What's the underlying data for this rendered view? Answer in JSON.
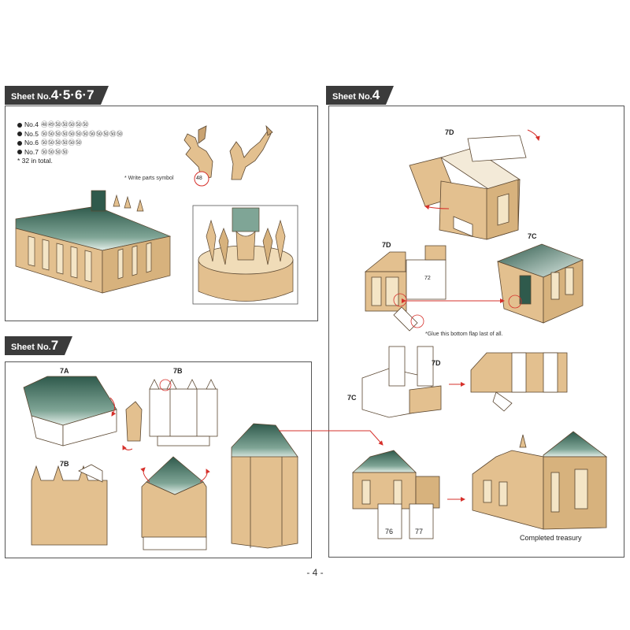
{
  "colors": {
    "paper_tan": "#e3c08f",
    "paper_dark": "#c9a372",
    "roof_green": "#2f5a4c",
    "roof_light": "#dfece6",
    "arrow_red": "#d6302b",
    "tab_bg": "#3b3b3b"
  },
  "tabs": {
    "sheets_4567": {
      "prefix": "Sheet No.",
      "numbers": "4·5·6·7"
    },
    "sheet_4": {
      "prefix": "Sheet No.",
      "number": "4"
    },
    "sheet_7": {
      "prefix": "Sheet No.",
      "number": "7"
    }
  },
  "legend": [
    {
      "label": "No.4",
      "parts": "㊽㊾㊿㊿㊿㊿㊿"
    },
    {
      "label": "No.5",
      "parts": "㊿㊿㊿㊿㊿㊿㊿㊿㊿㊿㊿㊿"
    },
    {
      "label": "No.6",
      "parts": "㊿㊿㊿㊿㊿㊿"
    },
    {
      "label": "No.7",
      "parts": "㊿㊿㊿㊿"
    }
  ],
  "legend_total": "* 32 in total.",
  "notes": {
    "write_parts": "* Write parts symbol",
    "glue_flap": "*Glue this bottom flap last of all."
  },
  "part_labels": {
    "p7D_top": "7D",
    "p7D_mid": "7D",
    "p7C": "7C",
    "p7D_low": "7D",
    "p7C_low": "7C",
    "p7A": "7A",
    "p7B_top": "7B",
    "p7B_low": "7B",
    "tab76": "76",
    "tab77": "77",
    "tab72": "72",
    "tab48": "48"
  },
  "caption": "Completed treasury",
  "page_number": "- 4 -"
}
